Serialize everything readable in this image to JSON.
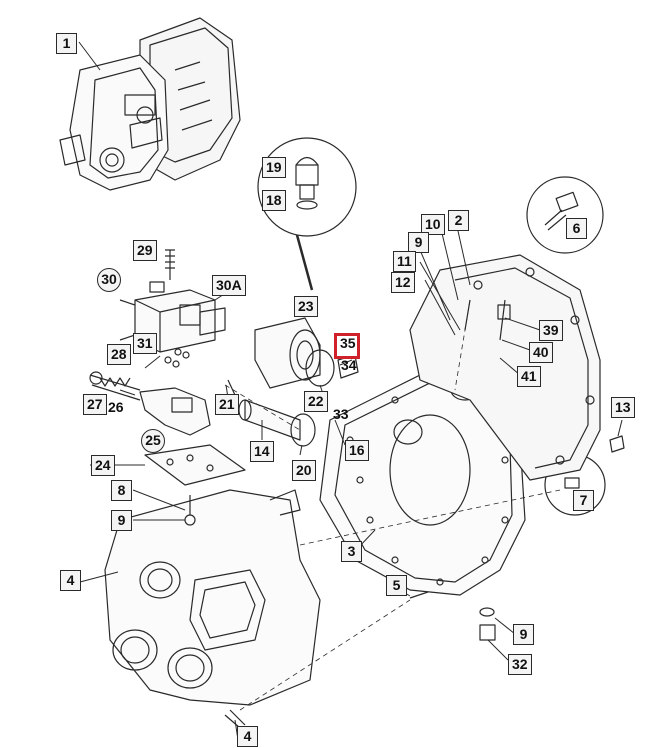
{
  "diagram": {
    "callouts": [
      {
        "id": "c1",
        "text": "1"
      },
      {
        "id": "c19",
        "text": "19"
      },
      {
        "id": "c18",
        "text": "18"
      },
      {
        "id": "c6",
        "text": "6"
      },
      {
        "id": "c10",
        "text": "10"
      },
      {
        "id": "c2",
        "text": "2"
      },
      {
        "id": "c9a",
        "text": "9"
      },
      {
        "id": "c11",
        "text": "11"
      },
      {
        "id": "c12",
        "text": "12"
      },
      {
        "id": "c29",
        "text": "29"
      },
      {
        "id": "c30",
        "text": "30"
      },
      {
        "id": "c30a",
        "text": "30A"
      },
      {
        "id": "c23",
        "text": "23"
      },
      {
        "id": "c35",
        "text": "35"
      },
      {
        "id": "c34",
        "text": "34"
      },
      {
        "id": "c39",
        "text": "39"
      },
      {
        "id": "c40",
        "text": "40"
      },
      {
        "id": "c41",
        "text": "41"
      },
      {
        "id": "c31",
        "text": "31"
      },
      {
        "id": "c28",
        "text": "28"
      },
      {
        "id": "c27",
        "text": "27"
      },
      {
        "id": "c26",
        "text": "26"
      },
      {
        "id": "c21",
        "text": "21"
      },
      {
        "id": "c22",
        "text": "22"
      },
      {
        "id": "c33",
        "text": "33"
      },
      {
        "id": "c16",
        "text": "16"
      },
      {
        "id": "c13",
        "text": "13"
      },
      {
        "id": "c25",
        "text": "25"
      },
      {
        "id": "c14",
        "text": "14"
      },
      {
        "id": "c20",
        "text": "20"
      },
      {
        "id": "c24",
        "text": "24"
      },
      {
        "id": "c7",
        "text": "7"
      },
      {
        "id": "c8",
        "text": "8"
      },
      {
        "id": "c9b",
        "text": "9"
      },
      {
        "id": "c3",
        "text": "3"
      },
      {
        "id": "c4a",
        "text": "4"
      },
      {
        "id": "c5",
        "text": "5"
      },
      {
        "id": "c9c",
        "text": "9"
      },
      {
        "id": "c32",
        "text": "32"
      },
      {
        "id": "c4b",
        "text": "4"
      }
    ],
    "highlight_color": "#d0202a",
    "line_color": "#2a2a2a"
  }
}
